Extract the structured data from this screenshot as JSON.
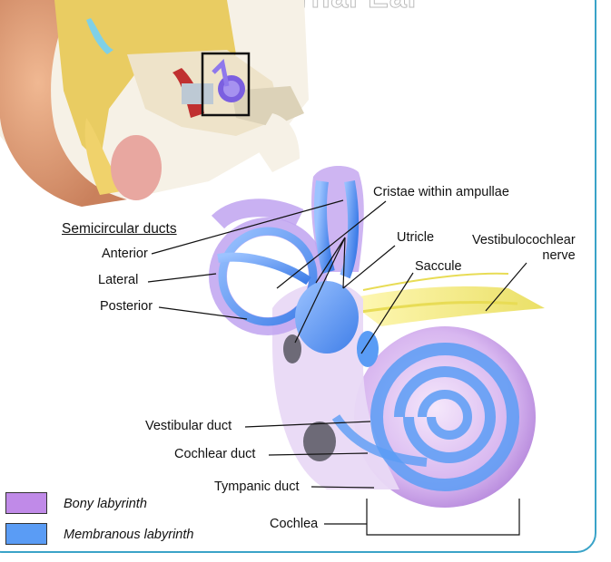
{
  "title": "The Internal Ear",
  "heading": "Semicircular ducts",
  "labels": {
    "anterior": "Anterior",
    "lateral": "Lateral",
    "posterior": "Posterior",
    "cristae": "Cristae within ampullae",
    "utricle": "Utricle",
    "saccule": "Saccule",
    "nerve_line1": "Vestibulocochlear",
    "nerve_line2": "nerve",
    "vestibular_duct": "Vestibular duct",
    "cochlear_duct": "Cochlear duct",
    "tympanic_duct": "Tympanic duct",
    "cochlea": "Cochlea"
  },
  "legend": [
    {
      "label": "Bony labyrinth",
      "color": "#c08ae8"
    },
    {
      "label": "Membranous labyrinth",
      "color": "#5a9cf5"
    }
  ],
  "colors": {
    "frame": "#3aa3c8",
    "bony": "#c08ae8",
    "membranous": "#5a9cf5",
    "nerve": "#f3ec7a"
  }
}
